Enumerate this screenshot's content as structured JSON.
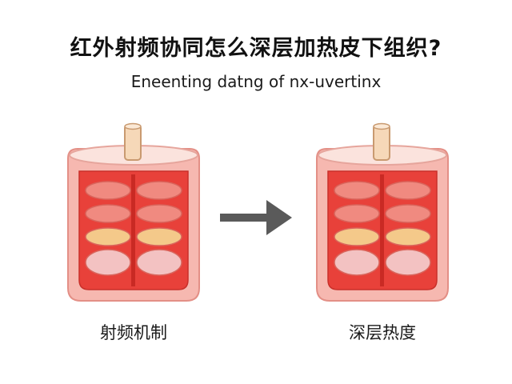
{
  "title": "红外射频协同怎么深层加热皮下组织?",
  "subtitle": "Eneenting datng of nx-uvertinx",
  "panels": [
    {
      "caption": "射频机制"
    },
    {
      "caption": "深层热度"
    }
  ],
  "colors": {
    "outer_shell": "#f6b8b0",
    "inner_tissue": "#e8413a",
    "tissue_lobe": "#f08a80",
    "fat_lobe": "#f4c98a",
    "lower_lobe": "#f3c2c2",
    "probe": "#f6d8b8",
    "arrow": "#5a5a5a"
  },
  "icons": {
    "probe": "electrode-probe-icon",
    "arrow": "right-arrow-icon"
  }
}
